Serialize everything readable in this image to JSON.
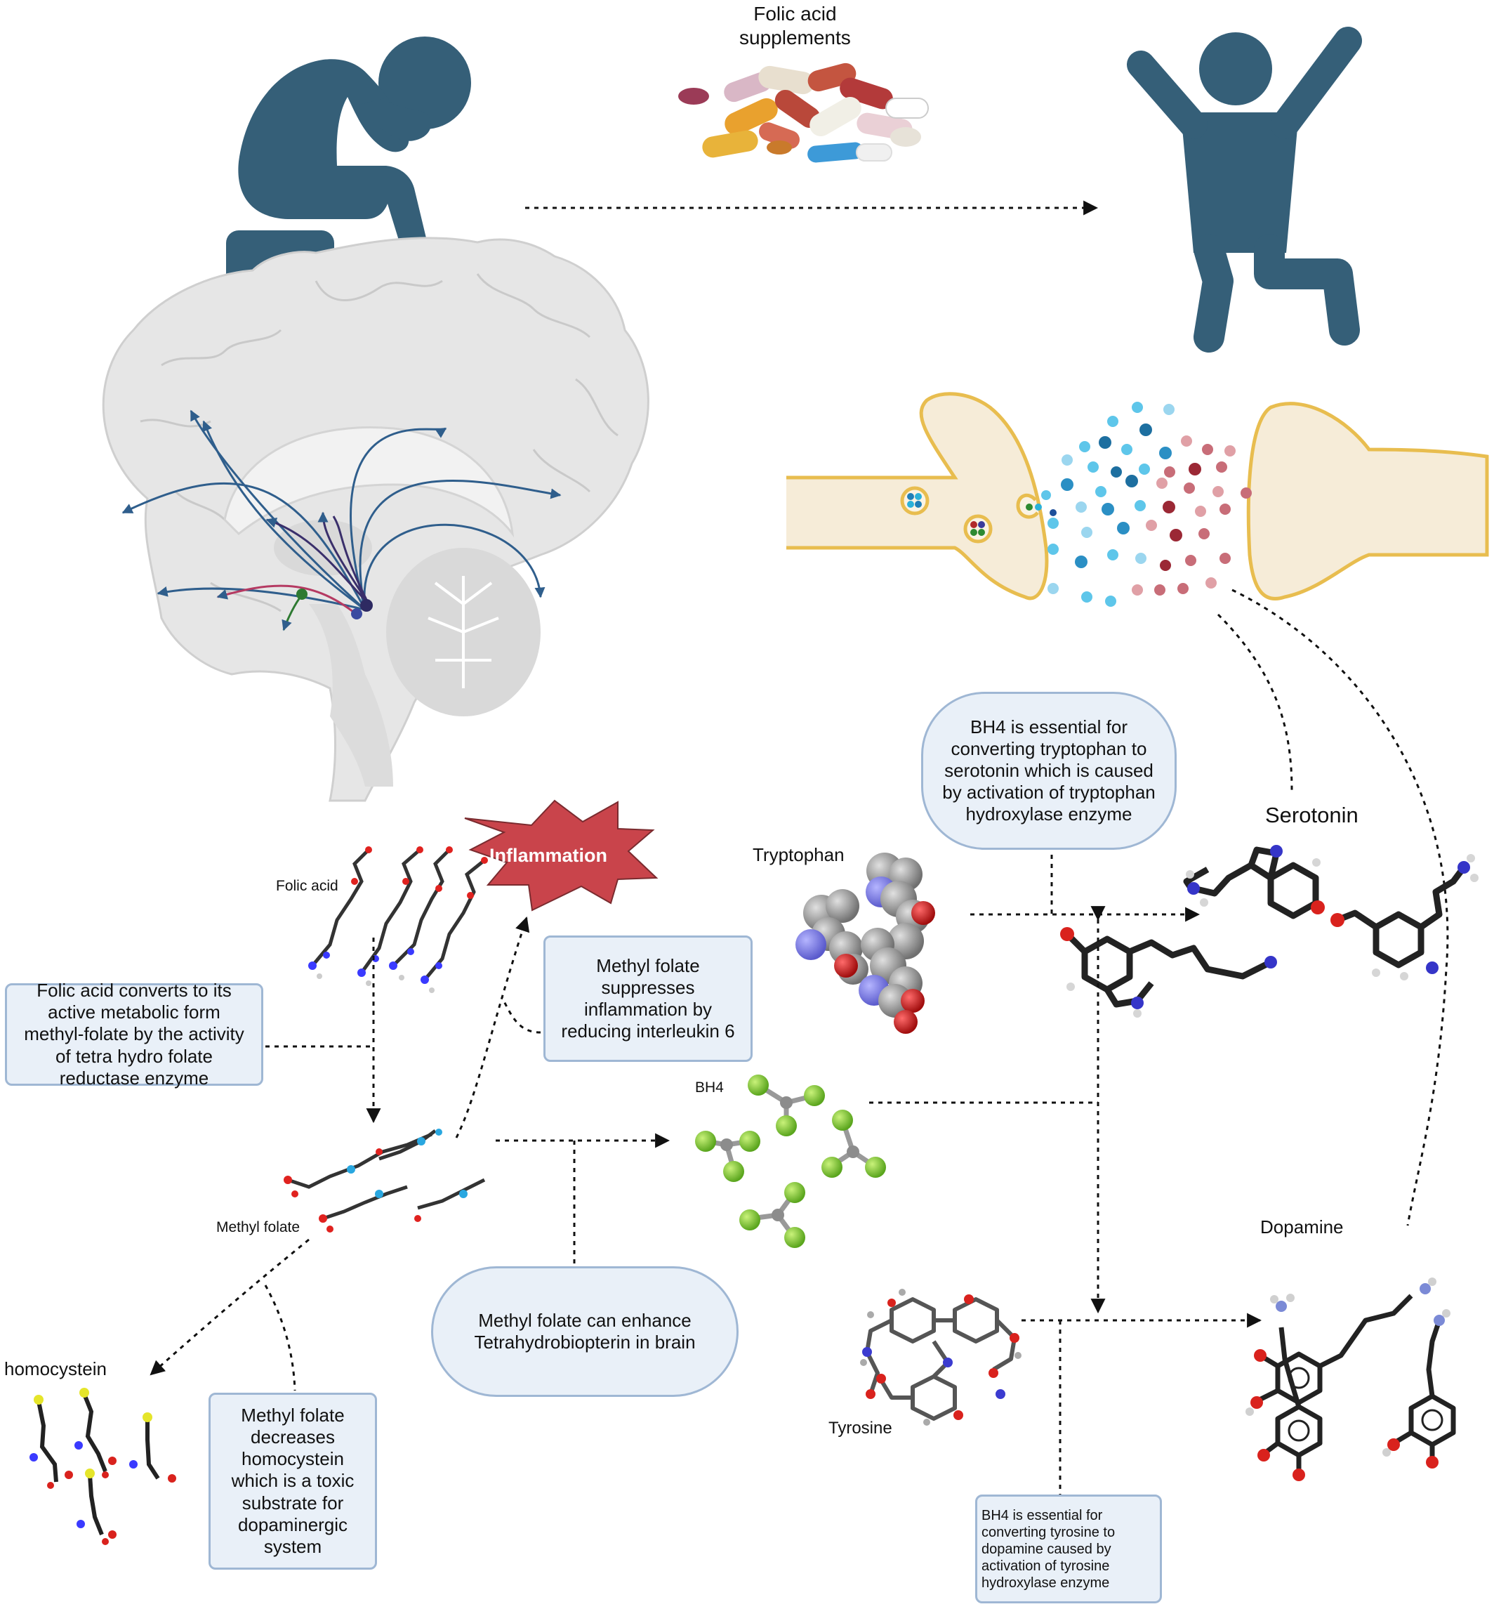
{
  "labels": {
    "supplements": "Folic acid\nsupplements",
    "inflammation": "Inflammation",
    "folic_acid": "Folic acid",
    "methyl_folate": "Methyl folate",
    "homocystein": "homocystein",
    "tryptophan": "Tryptophan",
    "serotonin": "Serotonin",
    "bh4": "BH4",
    "tyrosine": "Tyrosine",
    "dopamine": "Dopamine"
  },
  "boxes": {
    "folic_convert": "Folic acid converts to its\nactive metabolic form\nmethyl-folate by the activity\nof tetra hydro folate\nreductase enzyme",
    "suppress_inflammation": "Methyl folate\nsuppresses\ninflammation by\nreducing interleukin 6",
    "bh4_tryptophan": "BH4 is essential for\nconverting tryptophan to\nserotonin which is caused\nby activation of tryptophan\nhydroxylase enzyme",
    "enhance_bh4": "Methyl folate can enhance\nTetrahydrobiopterin in brain",
    "decrease_homocystein": "Methyl folate\ndecreases\nhomocystein\nwhich is a toxic\nsubstrate for\ndopaminergic\nsystem",
    "bh4_tyrosine": "BH4 is essential for\nconverting tyrosine to\ndopamine caused by\nactivation of tyrosine\nhydroxylase enzyme"
  },
  "colors": {
    "figure": "#355f78",
    "synapse_fill": "#f6ecd8",
    "synapse_stroke": "#e8bd4f",
    "box_fill": "#e9f0f8",
    "box_stroke": "#9fb7d4",
    "inflammation": "#c9444b",
    "brain": "#e6e6e6"
  }
}
